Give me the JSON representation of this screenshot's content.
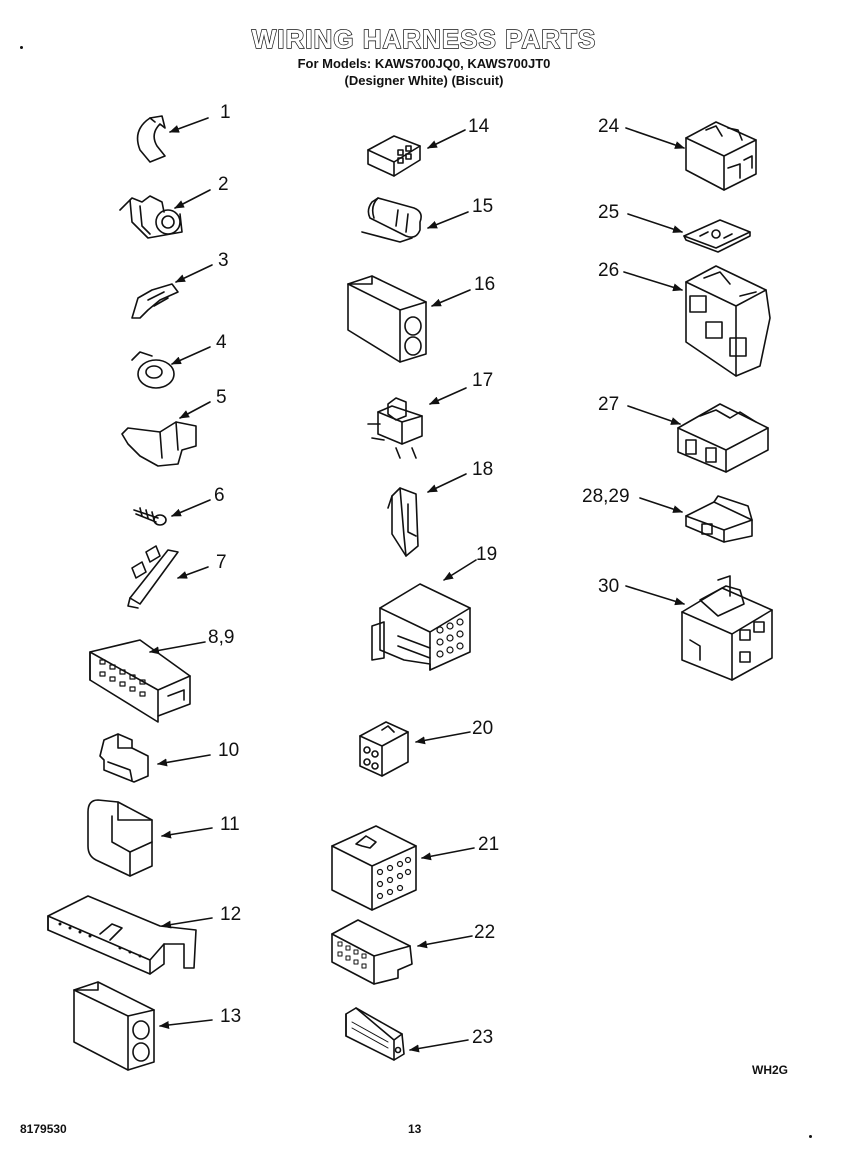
{
  "header": {
    "title": "WIRING HARNESS PARTS",
    "models": "For Models: KAWS700JQ0, KAWS700JT0",
    "variants": "(Designer White)    (Biscuit)"
  },
  "callouts": [
    {
      "id": "p1",
      "label": "1"
    },
    {
      "id": "p2",
      "label": "2"
    },
    {
      "id": "p3",
      "label": "3"
    },
    {
      "id": "p4",
      "label": "4"
    },
    {
      "id": "p5",
      "label": "5"
    },
    {
      "id": "p6",
      "label": "6"
    },
    {
      "id": "p7",
      "label": "7"
    },
    {
      "id": "p8",
      "label": "8,9"
    },
    {
      "id": "p10",
      "label": "10"
    },
    {
      "id": "p11",
      "label": "11"
    },
    {
      "id": "p12",
      "label": "12"
    },
    {
      "id": "p13",
      "label": "13"
    },
    {
      "id": "p14",
      "label": "14"
    },
    {
      "id": "p15",
      "label": "15"
    },
    {
      "id": "p16",
      "label": "16"
    },
    {
      "id": "p17",
      "label": "17"
    },
    {
      "id": "p18",
      "label": "18"
    },
    {
      "id": "p19",
      "label": "19"
    },
    {
      "id": "p20",
      "label": "20"
    },
    {
      "id": "p21",
      "label": "21"
    },
    {
      "id": "p22",
      "label": "22"
    },
    {
      "id": "p23",
      "label": "23"
    },
    {
      "id": "p24",
      "label": "24"
    },
    {
      "id": "p25",
      "label": "25"
    },
    {
      "id": "p26",
      "label": "26"
    },
    {
      "id": "p27",
      "label": "27"
    },
    {
      "id": "p28",
      "label": "28,29"
    },
    {
      "id": "p30",
      "label": "30"
    }
  ],
  "footer": {
    "doc_number": "8179530",
    "page_number": "13",
    "code": "WH2G"
  }
}
